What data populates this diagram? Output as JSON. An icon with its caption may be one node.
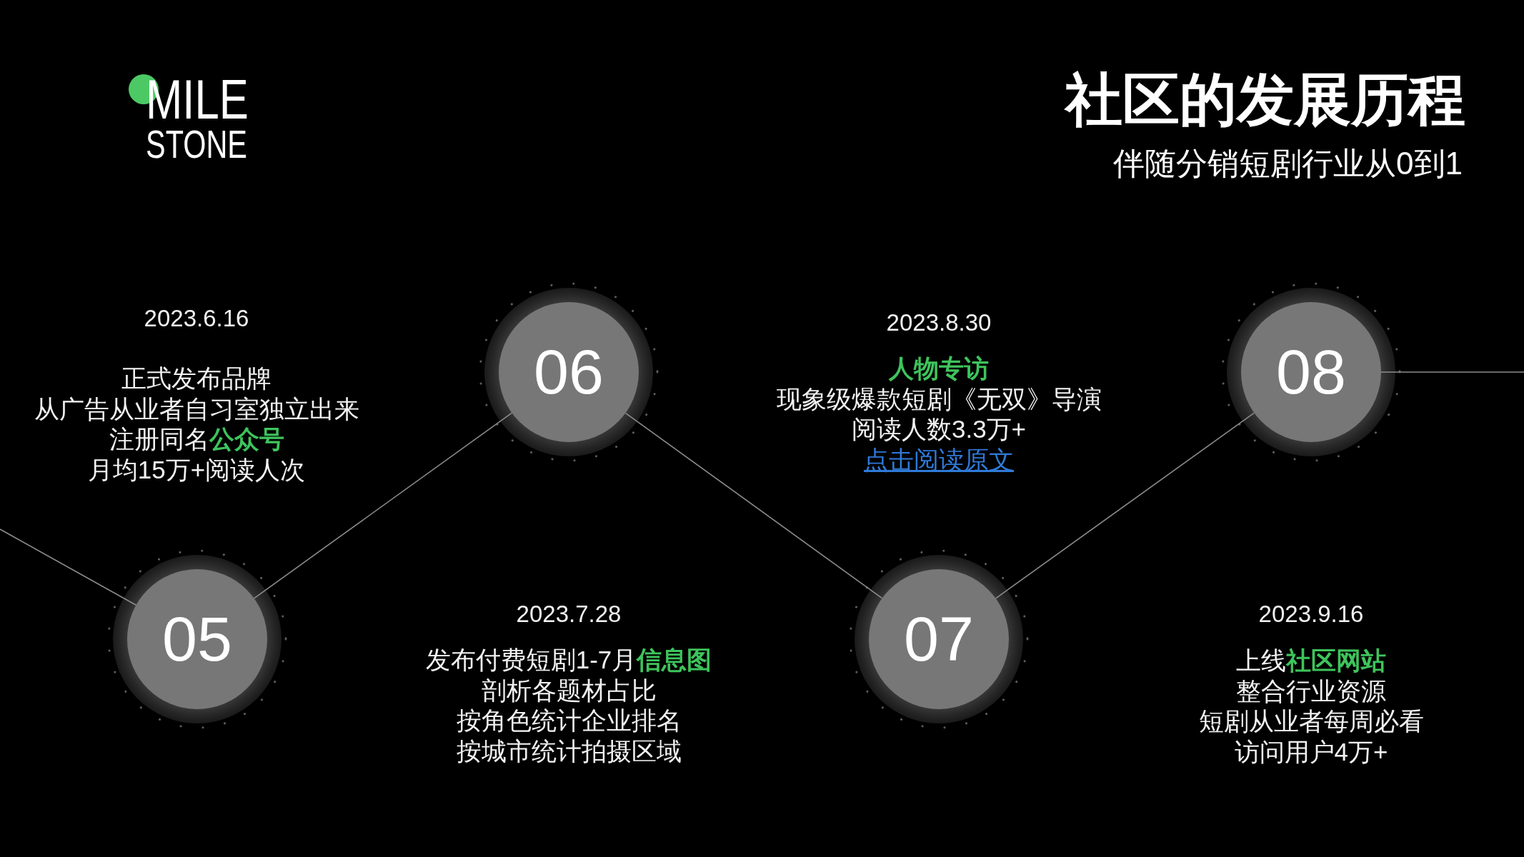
{
  "diagram": {
    "title": "社区的发展历程",
    "nodes": [
      {
        "text": [
          "05"
        ],
        "beside": [
          "2023.6.16",
          "正式发布品牌",
          "从广告从业者自习室独立出来",
          "注册同名**公众号**",
          "月均15万+阅读人次"
        ]
      },
      {
        "text": [
          "06"
        ],
        "beside": [
          "2023.7.28",
          "发布付费短剧1-7月**信息图**",
          "剖析各题材占比",
          "按角色统计企业排名",
          "按城市统计拍摄区域"
        ]
      },
      {
        "text": [
          "07"
        ],
        "beside": [
          "2023.8.30",
          "人物专访",
          "现象级爆款短剧《无双》导演",
          "阅读人数3.3万+",
          "点击阅读原文"
        ]
      },
      {
        "text": [
          "08"
        ],
        "beside": [
          "2023.9.16",
          "上线**社区网站**",
          "整合行业资源",
          "短剧从业者每周必看",
          "访问用户4万+"
        ]
      }
    ],
    "edges": [
      {
        "from": null,
        "to": 0,
        "arrow": "none"
      },
      {
        "from": 0,
        "to": 1,
        "arrow": "none"
      },
      {
        "from": 1,
        "to": 2,
        "arrow": "none"
      },
      {
        "from": 2,
        "to": 3,
        "arrow": "none"
      },
      {
        "from": 3,
        "to": null,
        "arrow": "none"
      }
    ],
    "labels": [
      "MILE",
      "STONE",
      "伴随分销短剧行业从0到1"
    ]
  }
}
